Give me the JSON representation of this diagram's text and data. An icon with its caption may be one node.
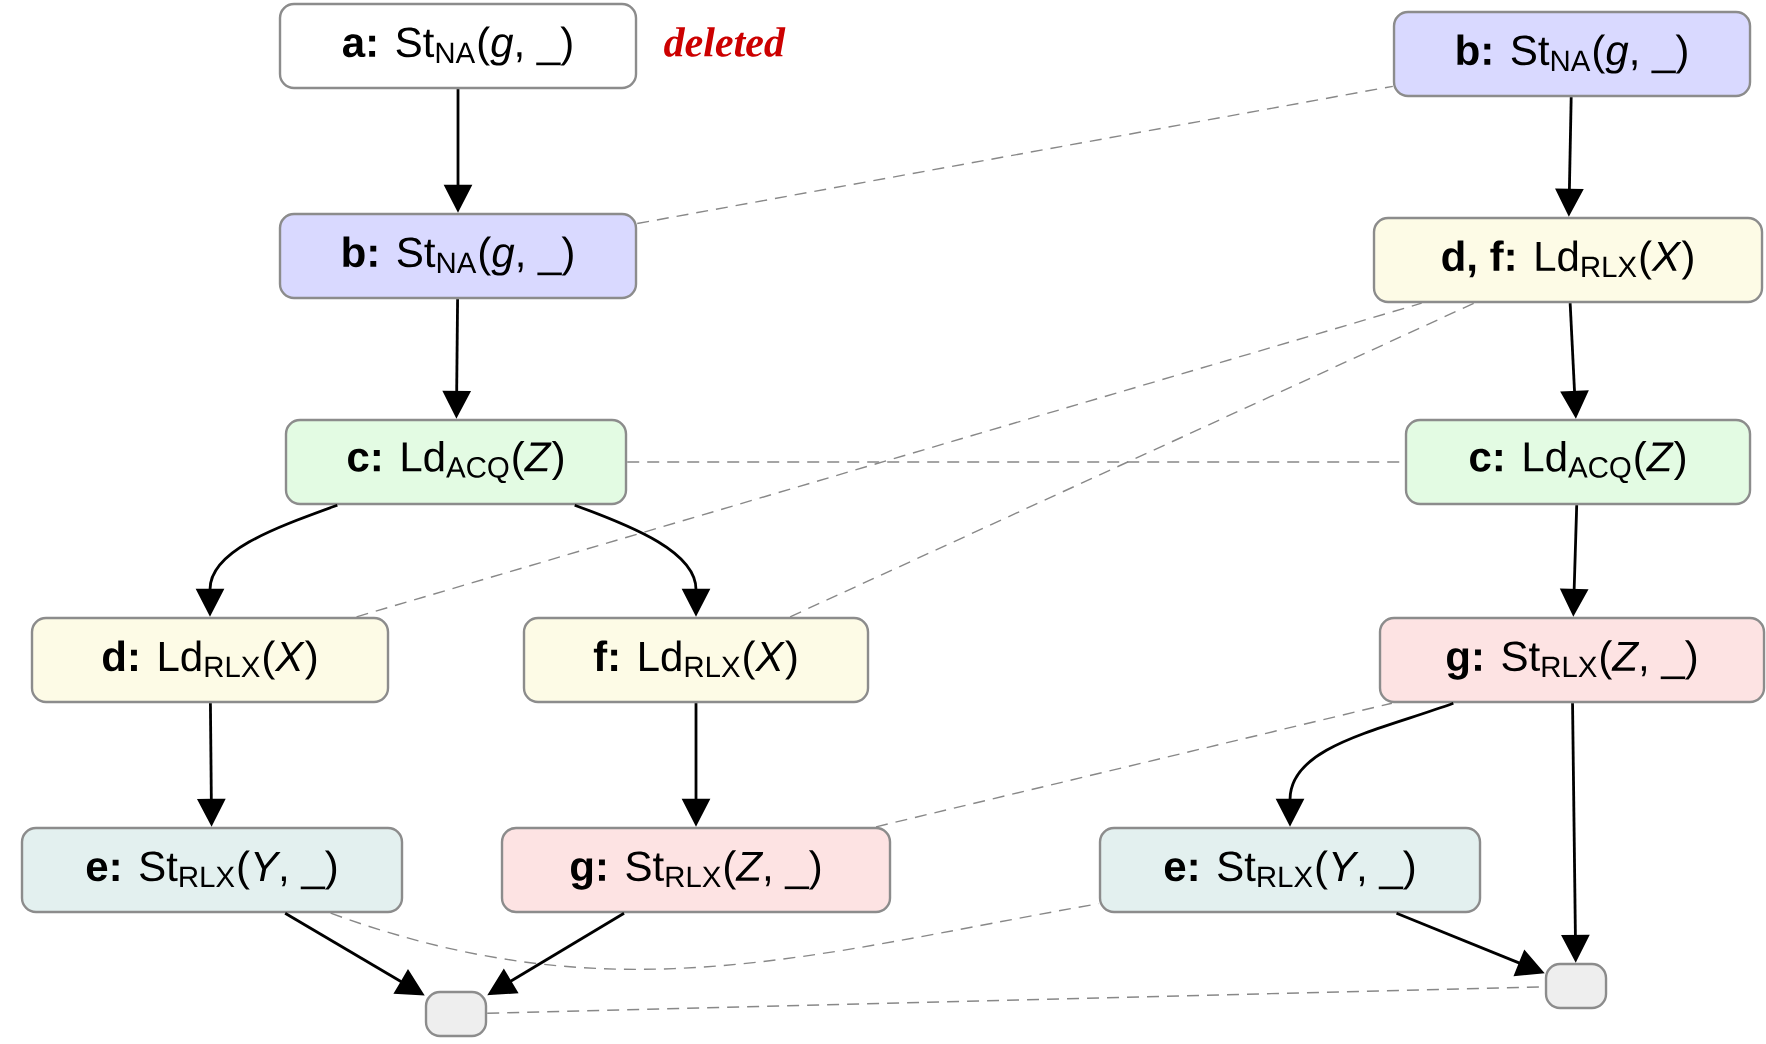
{
  "diagram": {
    "nodes": [
      {
        "text": [
          "**a:** St$_{NA}$(*g*, _)"
        ],
        "beside": [
          "deleted"
        ]
      },
      {
        "text": [
          "**b:** St$_{NA}$(*g*, _)"
        ]
      },
      {
        "text": [
          "**b:** St$_{NA}$(*g*, _)"
        ]
      },
      {
        "text": [
          "**d, f:** Ld$_{RLX}$(*X*)"
        ]
      },
      {
        "text": [
          "**c:** Ld$_{ACQ}$(*Z*)"
        ]
      },
      {
        "text": [
          "**c:** Ld$_{ACQ}$(*Z*)"
        ]
      },
      {
        "text": [
          "**d:** Ld$_{RLX}$(*X*)"
        ]
      },
      {
        "text": [
          "**f:** Ld$_{RLX}$(*X*)"
        ]
      },
      {
        "text": [
          "**g:** St$_{RLX}$(*Z*, _)"
        ]
      },
      {
        "text": [
          "**e:** St$_{RLX}$(*Y*, _)"
        ]
      },
      {
        "text": [
          "**e:** St$_{RLX}$(*Y*, _)"
        ]
      },
      {
        "text": [
          "**g:** St$_{RLX}$(*Z*, _)"
        ]
      },
      {
        "text": [],
        "shape": "box"
      },
      {
        "text": [],
        "shape": "box"
      }
    ],
    "edges": [
      {
        "from": 0,
        "to": 2,
        "arrow": "to"
      },
      {
        "from": 2,
        "to": 4,
        "arrow": "to"
      },
      {
        "from": 4,
        "to": 6,
        "arrow": "to"
      },
      {
        "from": 4,
        "to": 7,
        "arrow": "to"
      },
      {
        "from": 6,
        "to": 10,
        "arrow": "to"
      },
      {
        "from": 7,
        "to": 11,
        "arrow": "to"
      },
      {
        "from": 10,
        "to": 12,
        "arrow": "to"
      },
      {
        "from": 11,
        "to": 12,
        "arrow": "to"
      },
      {
        "from": 1,
        "to": 3,
        "arrow": "to"
      },
      {
        "from": 3,
        "to": 5,
        "arrow": "to"
      },
      {
        "from": 5,
        "to": 8,
        "arrow": "to"
      },
      {
        "from": 8,
        "to": 9,
        "arrow": "to"
      },
      {
        "from": 9,
        "to": 13,
        "arrow": "to"
      },
      {
        "from": 8,
        "to": 13,
        "arrow": "to"
      },
      {
        "from": 2,
        "to": 1,
        "arrow": "none",
        "style": "dashed",
        "color": "#888888"
      },
      {
        "from": 4,
        "to": 5,
        "arrow": "none",
        "style": "dashed",
        "color": "#888888"
      },
      {
        "from": 6,
        "to": 3,
        "arrow": "none",
        "style": "dashed",
        "color": "#888888"
      },
      {
        "from": 7,
        "to": 3,
        "arrow": "none",
        "style": "dashed",
        "color": "#888888"
      },
      {
        "from": 11,
        "to": 8,
        "arrow": "none",
        "style": "dashed",
        "color": "#888888"
      },
      {
        "from": 10,
        "to": 9,
        "arrow": "none",
        "style": "dashed",
        "color": "#888888"
      },
      {
        "from": 12,
        "to": 13,
        "arrow": "none",
        "style": "dashed",
        "color": "#888888"
      }
    ]
  }
}
